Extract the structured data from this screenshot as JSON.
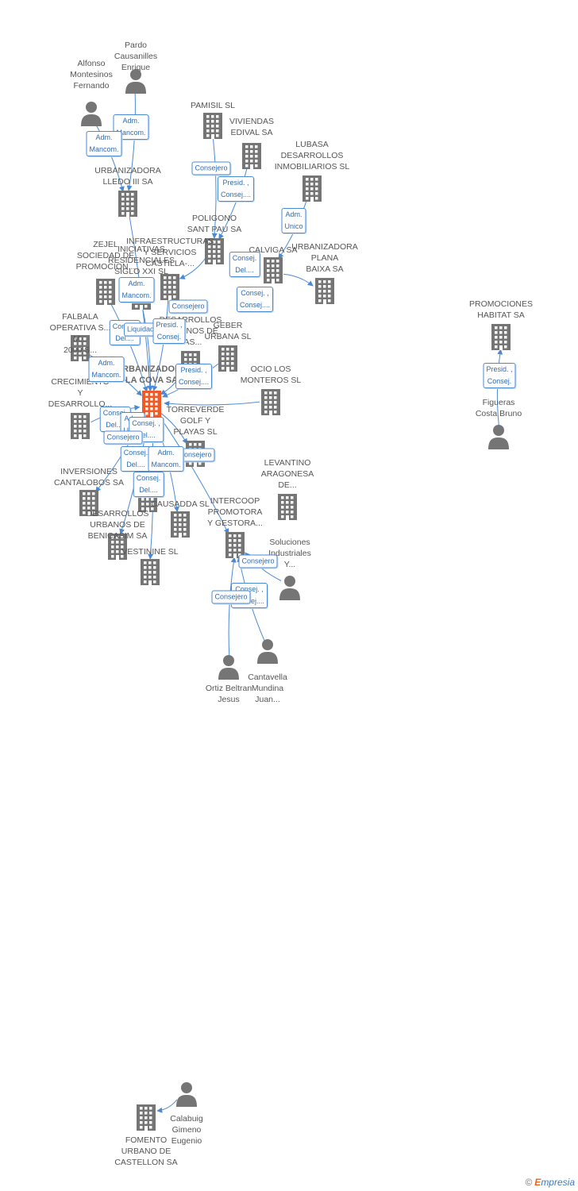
{
  "colors": {
    "node": "#757575",
    "focus": "#f05a28",
    "edge": "#4a8ad4"
  },
  "nodes": [
    {
      "id": "pardo",
      "kind": "person",
      "label": "Pardo\nCausanilles\nEnrique"
    },
    {
      "id": "alfonso",
      "kind": "person",
      "label": "Alfonso\nMontesinos\nFernando"
    },
    {
      "id": "pamisil",
      "kind": "company",
      "label": "PAMISIL SL"
    },
    {
      "id": "viviendas",
      "kind": "company",
      "label": "VIVIENDAS\nEDIVAL SA"
    },
    {
      "id": "lubasa",
      "kind": "company",
      "label": "LUBASA\nDESARROLLOS\nINMOBILIARIOS SL"
    },
    {
      "id": "lledo",
      "kind": "company",
      "label": "URBANIZADORA\nLLEDO III SA"
    },
    {
      "id": "poligono",
      "kind": "company",
      "label": "POLIGONO\nSANT PAU SA"
    },
    {
      "id": "infra",
      "kind": "company",
      "label": "INFRAESTRUCTURAS\nY SERVICIOS\nCASTILLA-..."
    },
    {
      "id": "calviga",
      "kind": "company",
      "label": "CALVIGA SA"
    },
    {
      "id": "plana",
      "kind": "company",
      "label": "URBANIZADORA\nPLANA\nBAIXA SA"
    },
    {
      "id": "zejel",
      "kind": "company",
      "label": "ZEJEL\nSOCIEDAD DE\nPROMOCION..."
    },
    {
      "id": "iniciativas",
      "kind": "company",
      "label": "INICIATIVAS\nRESIDENCIALES\nSIGLO XXI SL"
    },
    {
      "id": "promociones",
      "kind": "company",
      "label": "PROMOCIONES\nHABITAT SA"
    },
    {
      "id": "falbala",
      "kind": "company",
      "label": "FALBALA\nOPERATIVA S...\nM...\n2000 S..."
    },
    {
      "id": "desarrollos",
      "kind": "company",
      "label": "DESARROLLOS\nURBANOS DE\nLAS..."
    },
    {
      "id": "geber",
      "kind": "company",
      "label": "GEBER\nURBANA SL"
    },
    {
      "id": "focus",
      "kind": "focus",
      "label": "URBANIZADORA\nLA COVA SA"
    },
    {
      "id": "ocio",
      "kind": "company",
      "label": "OCIO LOS\nMONTEROS SL"
    },
    {
      "id": "figueras",
      "kind": "person",
      "label": "Figueras\nCosta Bruno"
    },
    {
      "id": "crecimiento",
      "kind": "company",
      "label": "CRECIMIENTO\nY\nDESARROLLO..."
    },
    {
      "id": "torreverde",
      "kind": "company",
      "label": "TORREVERDE\nGOLF Y\nPLAYAS SL"
    },
    {
      "id": "levantino",
      "kind": "company",
      "label": "LEVANTINO\nARAGONESA\nDE..."
    },
    {
      "id": "cantalobos",
      "kind": "company",
      "label": "INVERSIONES\nCANTALOBOS SA"
    },
    {
      "id": "mid1",
      "kind": "company",
      "label": ""
    },
    {
      "id": "benicasim",
      "kind": "company",
      "label": "DESARROLLOS\nURBANOS DE\nBENICASIM SA"
    },
    {
      "id": "causadda",
      "kind": "company",
      "label": "CAUSADDA SL"
    },
    {
      "id": "intercoop",
      "kind": "company",
      "label": "INTERCOOP\nPROMOTORA\nY GESTORA..."
    },
    {
      "id": "solind",
      "kind": "person",
      "label": "Soluciones\nIndustriales\nY..."
    },
    {
      "id": "vestinine",
      "kind": "company",
      "label": "VESTININE SL"
    },
    {
      "id": "ortiz",
      "kind": "person",
      "label": "Ortiz Beltran\nJesus"
    },
    {
      "id": "cantavella",
      "kind": "person",
      "label": "Cantavella\nMundina\nJuan..."
    },
    {
      "id": "calabuig",
      "kind": "person",
      "label": "Calabuig\nGimeno\nEugenio"
    },
    {
      "id": "fomento",
      "kind": "company",
      "label": "FOMENTO\nURBANO DE\nCASTELLON SA"
    }
  ],
  "relations": [
    {
      "label": "Adm.\nMancom."
    },
    {
      "label": "Adm.\nMancom."
    },
    {
      "label": "Consejero"
    },
    {
      "label": "Presid. ,\nConsej...."
    },
    {
      "label": "Adm.\nUnico"
    },
    {
      "label": "Consej.\nDel...."
    },
    {
      "label": "Consej. ,\nConsej...."
    },
    {
      "label": "Adm.\nMancom."
    },
    {
      "label": "Consejero"
    },
    {
      "label": "Consej.\nDel...."
    },
    {
      "label": "Liquidador"
    },
    {
      "label": "Presid. ,\nConsej."
    },
    {
      "label": "Adm.\nMancom."
    },
    {
      "label": "Presid. ,\nConsej...."
    },
    {
      "label": "Presid. ,\nConsej."
    },
    {
      "label": "Consej.\nDel...."
    },
    {
      "label": "Adm.\nUnico"
    },
    {
      "label": "Consej. ,\nDel...."
    },
    {
      "label": "Consejero"
    },
    {
      "label": "Consejero"
    },
    {
      "label": "Consej.\nDel...."
    },
    {
      "label": "Adm.\nMancom."
    },
    {
      "label": "Consej.\nDel...."
    },
    {
      "label": "Consejero"
    },
    {
      "label": "Consej. ,\nConsej...."
    },
    {
      "label": "Consejero"
    }
  ],
  "brand": {
    "copyright": "©",
    "e": "E",
    "rest": "mpresia"
  }
}
